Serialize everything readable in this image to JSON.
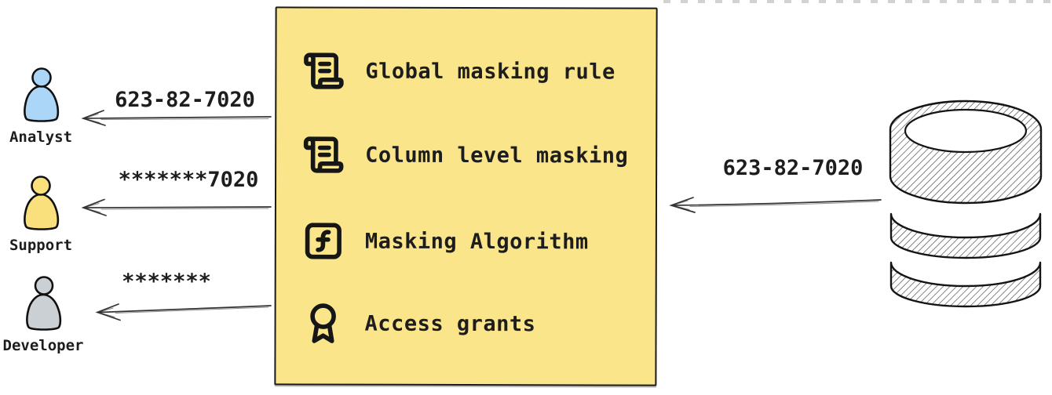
{
  "diagram": {
    "title_hint": "data masking flow",
    "colors": {
      "box_fill": "#fae58a",
      "box_border": "#1b1b1b",
      "analyst_fill": "#abd6f7",
      "support_fill": "#fae07c",
      "developer_fill": "#cbd0d5",
      "text": "#1d1d1d"
    }
  },
  "users": [
    {
      "label": "Analyst",
      "fill": "#abd6f7",
      "arrow_label": "623-82-7020"
    },
    {
      "label": "Support",
      "fill": "#fae07c",
      "arrow_label": "*******7020"
    },
    {
      "label": "Developer",
      "fill": "#cbd0d5",
      "arrow_label": "*******"
    }
  ],
  "masking_box": {
    "items": [
      {
        "icon": "scroll-text-icon",
        "label": "Global masking rule"
      },
      {
        "icon": "scroll-text-icon",
        "label": "Column level masking"
      },
      {
        "icon": "function-icon",
        "label": "Masking Algorithm"
      },
      {
        "icon": "award-icon",
        "label": "Access grants"
      }
    ]
  },
  "database": {
    "icon": "database-icon",
    "arrow_label": "623-82-7020"
  }
}
